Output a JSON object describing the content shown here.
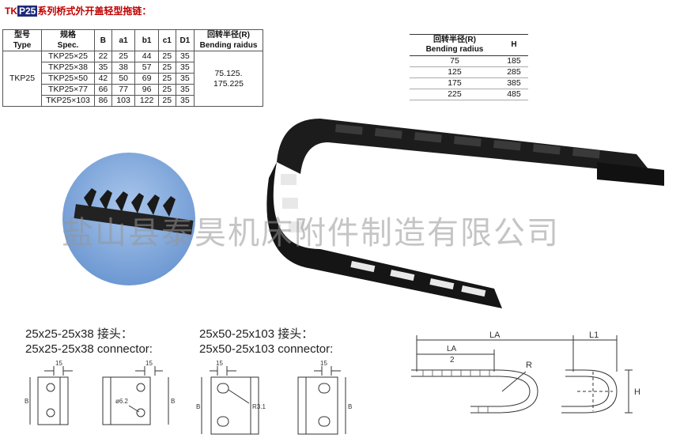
{
  "title": {
    "code_a": "TK",
    "code_b": "P25",
    "rest": "系列桥式外开盖轻型拖链："
  },
  "spec_table": {
    "headers": [
      {
        "cn": "型号",
        "en": "Type"
      },
      {
        "cn": "规格",
        "en": "Spec."
      },
      {
        "cn": "",
        "en": "B"
      },
      {
        "cn": "",
        "en": "a1"
      },
      {
        "cn": "",
        "en": "b1"
      },
      {
        "cn": "",
        "en": "c1"
      },
      {
        "cn": "",
        "en": "D1"
      },
      {
        "cn": "回转半径(R)",
        "en": "Bending raidus"
      }
    ],
    "type": "TKP25",
    "radius_line1": "75.125.",
    "radius_line2": "175.225",
    "rows": [
      {
        "spec": "TKP25×25",
        "B": "22",
        "a1": "25",
        "b1": "44",
        "c1": "25",
        "D1": "35"
      },
      {
        "spec": "TKP25×38",
        "B": "35",
        "a1": "38",
        "b1": "57",
        "c1": "25",
        "D1": "35"
      },
      {
        "spec": "TKP25×50",
        "B": "42",
        "a1": "50",
        "b1": "69",
        "c1": "25",
        "D1": "35"
      },
      {
        "spec": "TKP25×77",
        "B": "66",
        "a1": "77",
        "b1": "96",
        "c1": "25",
        "D1": "35"
      },
      {
        "spec": "TKP25×103",
        "B": "86",
        "a1": "103",
        "b1": "122",
        "c1": "25",
        "D1": "35"
      }
    ]
  },
  "bend_table": {
    "header_cn": "回转半径(R)",
    "header_en": "Bending radius",
    "header_h": "H",
    "rows": [
      {
        "r": "75",
        "h": "185"
      },
      {
        "r": "125",
        "h": "285"
      },
      {
        "r": "175",
        "h": "385"
      },
      {
        "r": "225",
        "h": "485"
      }
    ]
  },
  "watermark": "盐山县泰昊机床附件制造有限公司",
  "connectors": {
    "left_cn": "25x25-25x38 接头：",
    "left_en": "25x25-25x38 connector:",
    "right_cn": "25x50-25x103 接头：",
    "right_en": "25x50-25x103 connector:",
    "dim_15": "15",
    "dim_b": "B",
    "dim_phi": "ø6.2",
    "dim_r": "R3.1"
  },
  "diagram": {
    "la": "LA",
    "la_half_top": "LA",
    "la_half_bottom": "2",
    "l1": "L1",
    "r": "R",
    "h": "H"
  },
  "colors": {
    "title_red": "#c00000",
    "title_blue_bg": "#1d2a7a",
    "circle_blue": "#7fa8dc"
  }
}
